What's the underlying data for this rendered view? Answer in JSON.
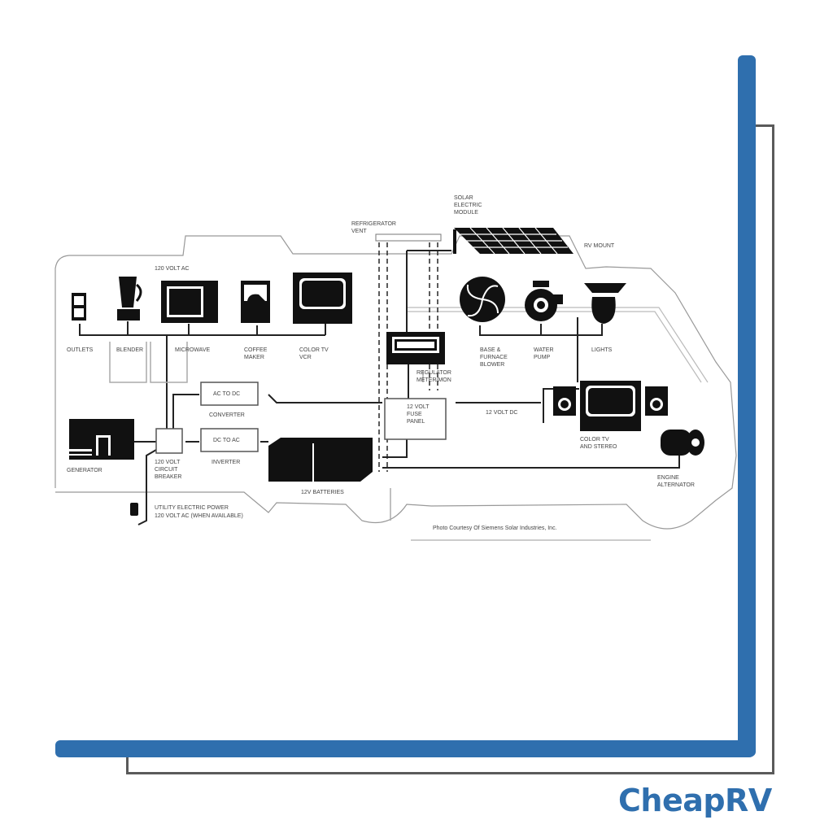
{
  "diagram": {
    "labels": {
      "ac_120": "120 VOLT AC",
      "outlets": "OUTLETS",
      "blender": "BLENDER",
      "microwave": "MICROWAVE",
      "coffee_maker": [
        "COFFEE",
        "MAKER"
      ],
      "color_tv_vcr": [
        "COLOR TV",
        "VCR"
      ],
      "refrigerator_vent": [
        "REFRIGERATOR",
        "VENT"
      ],
      "solar_module": [
        "SOLAR",
        "ELECTRIC",
        "MODULE"
      ],
      "rv_mount": "RV MOUNT",
      "furnace_blower": [
        "BASE &",
        "FURNACE",
        "BLOWER"
      ],
      "water_pump": [
        "WATER",
        "PUMP"
      ],
      "lights": "LIGHTS",
      "regulator": [
        "REGULATOR",
        "METER/MON"
      ],
      "fuse_panel": [
        "12 VOLT",
        "FUSE",
        "PANEL"
      ],
      "dc_12": "12 VOLT DC",
      "tv_stereo": [
        "COLOR TV",
        "AND STEREO"
      ],
      "engine_alternator": [
        "ENGINE",
        "ALTERNATOR"
      ],
      "generator": "GENERATOR",
      "circuit_breaker": [
        "120 VOLT",
        "CIRCUIT",
        "BREAKER"
      ],
      "ac_to_dc": "AC TO DC",
      "converter": "CONVERTER",
      "dc_to_ac": "DC TO AC",
      "inverter": "INVERTER",
      "batteries": "12V BATTERIES",
      "utility_power": [
        "UTILITY ELECTRIC POWER",
        "120 VOLT AC (WHEN AVAILABLE)"
      ],
      "credit": "Photo Courtesy Of Siemens Solar Industries, Inc."
    }
  },
  "brand": {
    "logo_text": "CheapRV",
    "color": "#2f6fae",
    "frame_gray": "#5a5a5a"
  }
}
